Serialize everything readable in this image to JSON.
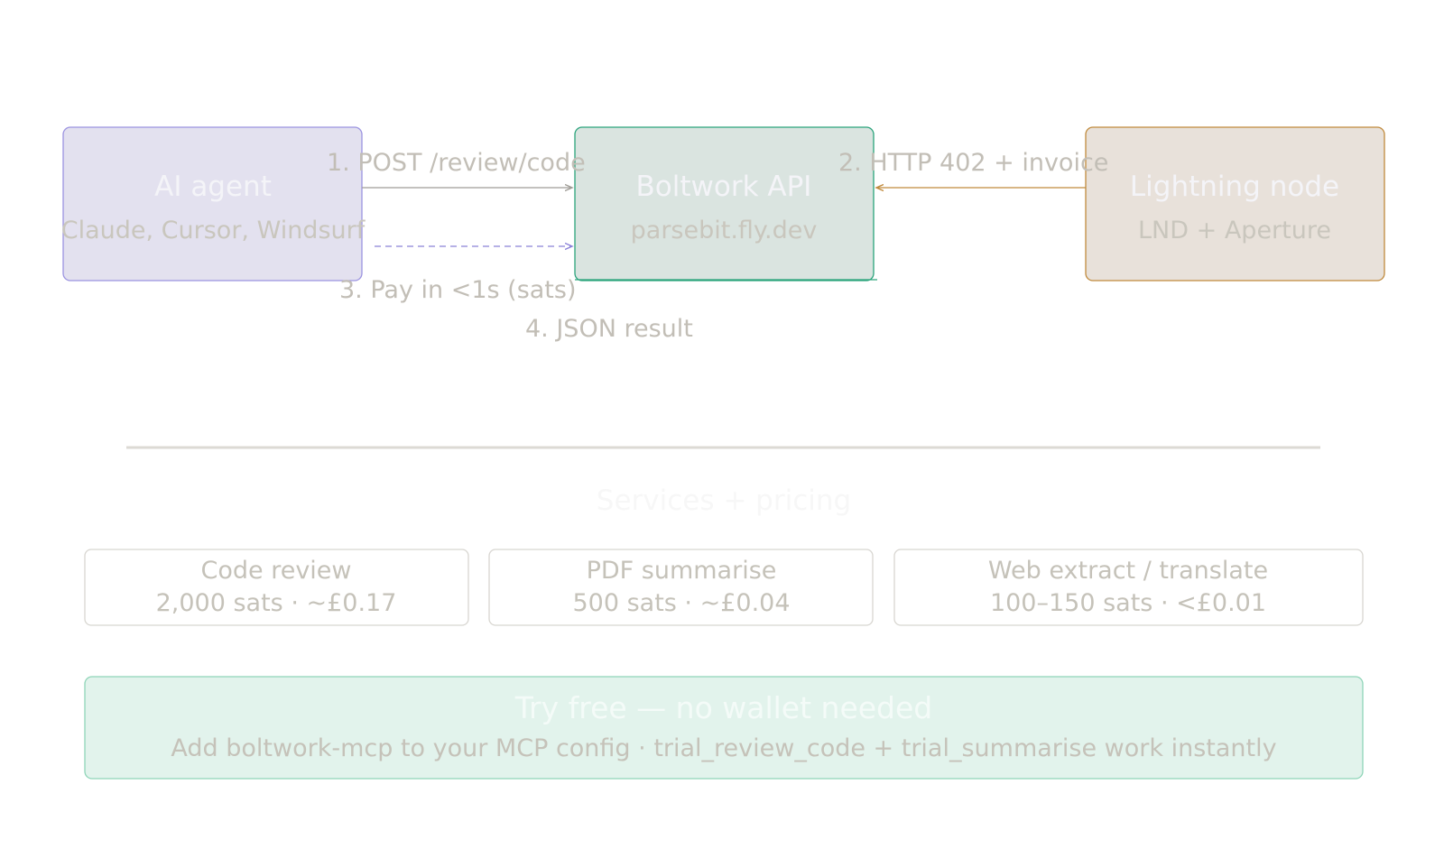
{
  "nodes": {
    "agent": {
      "title": "AI agent",
      "subtitle": "Claude, Cursor, Windsurf",
      "fill": "#e3e1ef",
      "stroke": "#9b93e0"
    },
    "api": {
      "title": "Boltwork API",
      "subtitle": "parsebit.fly.dev",
      "fill": "#dae4e0",
      "stroke": "#2aa37b"
    },
    "lightning": {
      "title": "Lightning node",
      "subtitle": "LND + Aperture",
      "fill": "#e8e1da",
      "stroke": "#c08a3c"
    }
  },
  "edges": {
    "step1": "1. POST /review/code",
    "step2": "2. HTTP 402 + invoice",
    "step3": "3. Pay in <1s (sats)",
    "step4": "4. JSON result"
  },
  "services": {
    "heading": "Services + pricing",
    "cards": [
      {
        "name": "Code review",
        "price": "2,000 sats · ~£0.17"
      },
      {
        "name": "PDF summarise",
        "price": "500 sats · ~£0.04"
      },
      {
        "name": "Web extract / translate",
        "price": "100–150 sats · <£0.01"
      }
    ]
  },
  "cta": {
    "title": "Try free — no wallet needed",
    "subtitle": "Add boltwork-mcp to your MCP config · trial_review_code + trial_summarise work instantly",
    "fill": "#e2f3ec",
    "stroke": "#8fd5b8"
  }
}
